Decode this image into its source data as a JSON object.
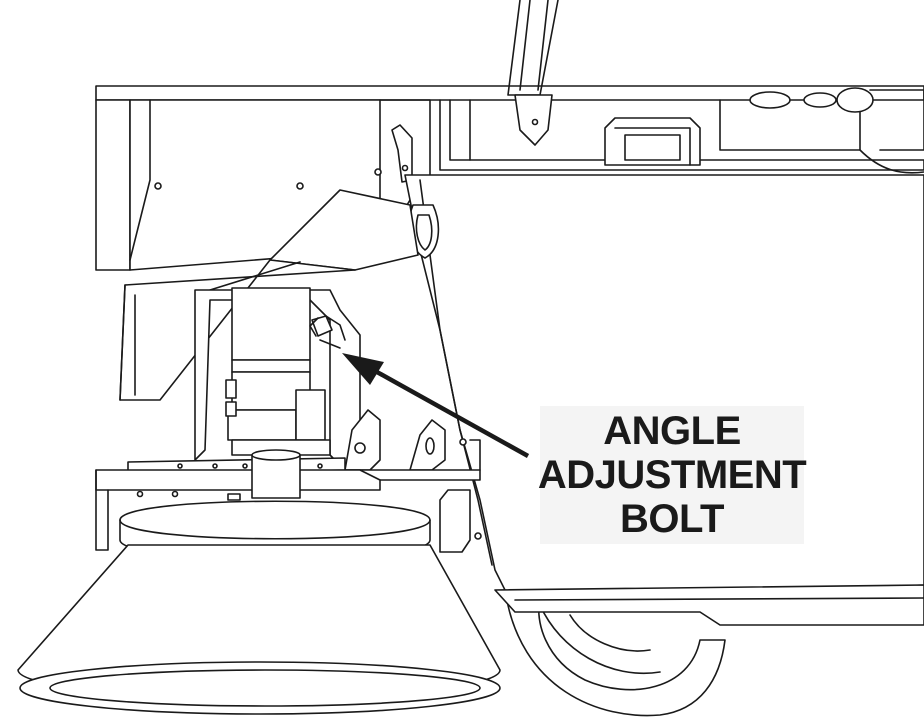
{
  "callout": {
    "lines": [
      "ANGLE",
      "ADJUSTMENT",
      "BOLT"
    ]
  },
  "colors": {
    "line": "#1a1a1a",
    "fill": "#ffffff",
    "label_background": "#f4f4f4",
    "label_text": "#1a1a1a"
  }
}
